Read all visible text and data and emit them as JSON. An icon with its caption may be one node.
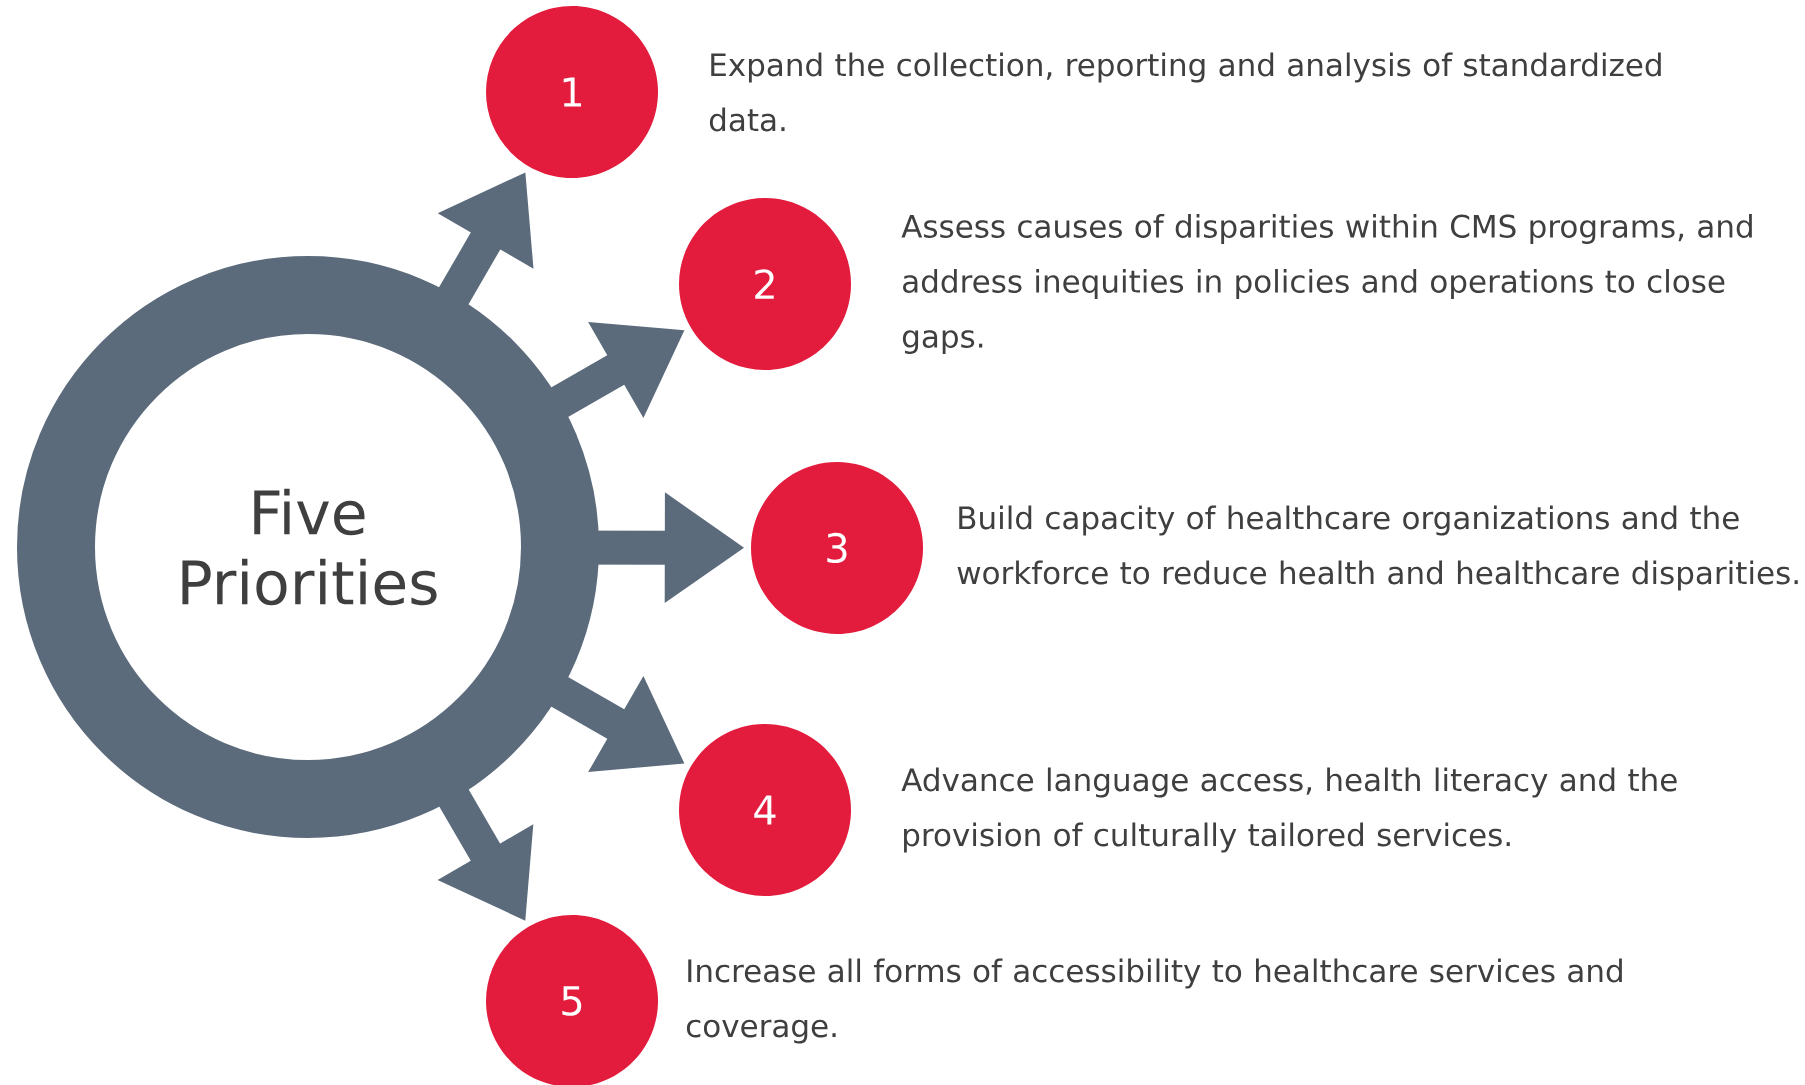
{
  "diagram": {
    "nodes": [
      {
        "text": [
          "Five Priorities"
        ]
      },
      {
        "text": [
          "1"
        ],
        "beside": [
          "Expand the collection, reporting and analysis of standardized data."
        ]
      },
      {
        "text": [
          "2"
        ],
        "beside": [
          "Assess causes of disparities within CMS programs, and address inequities in policies and operations to close gaps."
        ]
      },
      {
        "text": [
          "3"
        ],
        "beside": [
          "Build capacity of healthcare organizations and the workforce to reduce health and healthcare disparities."
        ]
      },
      {
        "text": [
          "4"
        ],
        "beside": [
          "Advance language access, health literacy and the provision of culturally tailored services."
        ]
      },
      {
        "text": [
          "5"
        ],
        "beside": [
          "Increase all forms of accessibility to healthcare services and coverage."
        ]
      }
    ],
    "edges": [
      {
        "from": 0,
        "to": 1,
        "arrow": "to"
      },
      {
        "from": 0,
        "to": 2,
        "arrow": "to"
      },
      {
        "from": 0,
        "to": 3,
        "arrow": "to"
      },
      {
        "from": 0,
        "to": 4,
        "arrow": "to"
      },
      {
        "from": 0,
        "to": 5,
        "arrow": "to"
      }
    ]
  }
}
